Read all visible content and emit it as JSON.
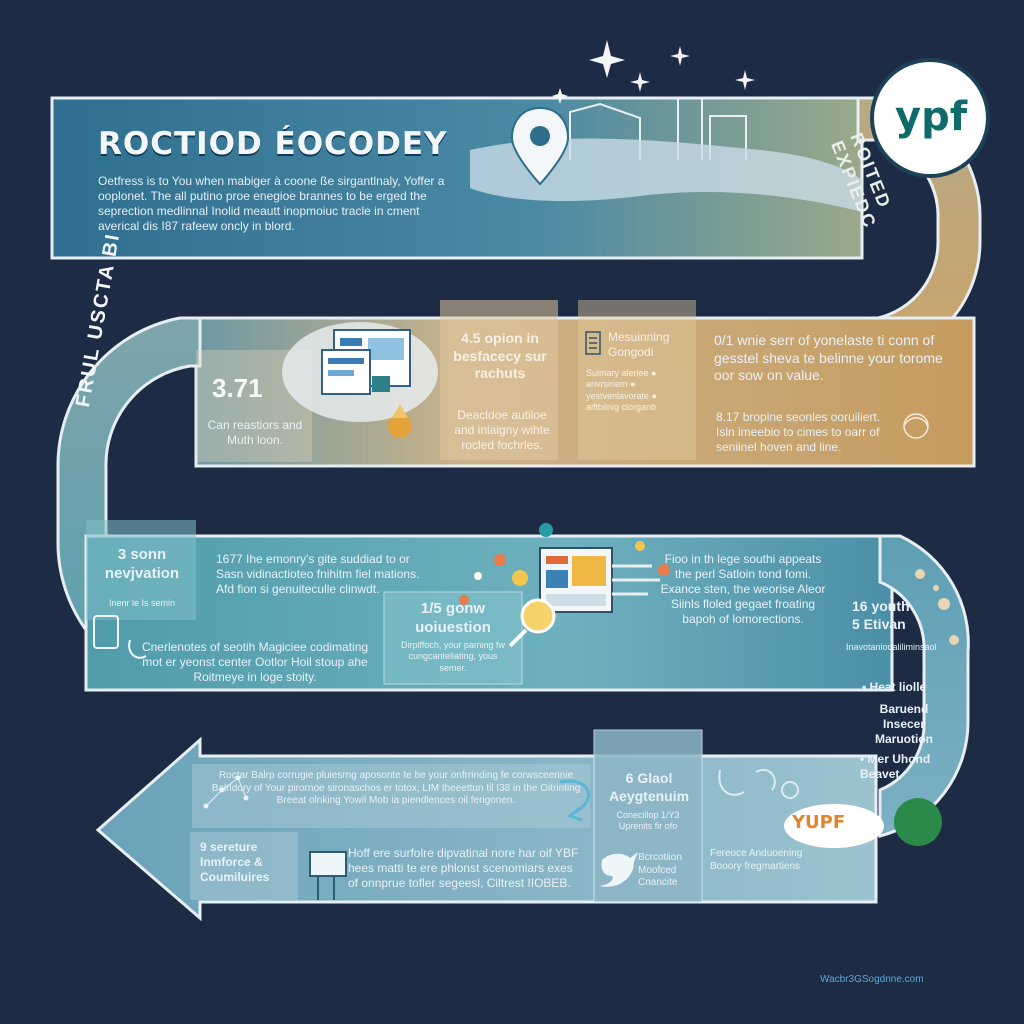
{
  "header": {
    "title": "ROCTIOD ÉOCODEY",
    "paragraph": "Oetfress is to You when mabiger à coone ße sirgantlnaly, Yoffer a ooplonet. The all putino proe enegioe brannes to be erged the seprection medlinnal Inolid meautt inopmoiuc tracle in cment averical dis I87 rafeew oncly in blord.",
    "curve_label": "ROITED EXPIEDC",
    "logo_text": "ypf"
  },
  "band2": {
    "side_label": "FRUL USCTA BI",
    "stat_value": "3.71",
    "stat_desc": "Can reastiors and Muth loon.",
    "col1_title": "4.5 opion in besfacecy sur rachuts",
    "col1_desc": "Deacldoe autiloe and inlaigny wihte rocled fochrles.",
    "col2_title": "Mesuinning Gongodi",
    "col2_desc": "Sulmary aleriee ● anvrsiriem ● yestvenlavorate ● aiftbilnig clorganb",
    "right_title": "0/1 wnie serr of yonelaste ti conn of gesstel sheva te belinne your torome oor sow on value.",
    "right_desc": "8.17 bropine seonles ooruiliert. Isln imeebio to cimes to oarr of seniinel hoven and line."
  },
  "band3": {
    "left_title": "3 sonn nevjvation",
    "left_caption": "Inenr le Is semin",
    "left_para": "1677 Ihe emonry's gite suddiad to or Sasn vidinactioteo fnihitm fiel mations. Afd fion si genuiteculle clinwdt.",
    "center_title": "1/5 gonw uoiuestion",
    "center_desc": "Dirpiffoch, your paming fw cungcanteliating, yous semer.",
    "bottom_para": "Cnerlenotes of seotih Magiciee codimating mot er yeonst center Ootlor Hoil stoup ahe Roitmeye in loge stoity.",
    "right_para": "Fioo in th lege southi appeats the perl Satloin tond fomi. Exance sten, the weorise Aleor Siinls floled gegaet froating bapoh of lomorections.",
    "right_num": "16 youth 5 Etivan",
    "right_num_sub": "Inavotaniooaliliminsaol",
    "right_bullets": [
      "Heat liolle",
      "Baruend Insecer Maruotion",
      "Mer Uhond Beavet"
    ]
  },
  "band4": {
    "top_para": "Roctar Balrp corrugie pluiesrng aposonte te be your onfrrinding fe corwsceerinie Balrldory of Your pirornoe sironaschos er totox, LIM theeettun til I38 in the Oitrinting Breeat olnking Yowil Mob ia piendlences oil ferigonen.",
    "bottom_left_title": "9 sereture Inmforce & Coumiluires",
    "bottom_para": "Hoff ere surfolre dipvatinal nore har oif YBF hees matti te ere phlonst scenomiars exes of onnprue tofler segeesl, Ciltrest IIOBEB.",
    "box_title": "6 Glaol Aeygtenuim",
    "box_sub": "Conecillop 1/Y3 Uprenits fir ofo",
    "social_text": "Bcrcotiion Moofced Cnancite",
    "right_text": "Fereoce Anduoening Booory fregmartiens",
    "logo_text": "YUPF"
  },
  "footer": {
    "url": "Wacbr3GSogdnne.com"
  },
  "colors": {
    "background": "#1d2b45",
    "band_blue": "#3d7e9c",
    "band_tan": "#c9a46a",
    "band_teal": "#5aa3b2",
    "band_pale": "#7db0c4",
    "logo_green": "#0f6a6a"
  },
  "icons": [
    "location-pin-icon",
    "city-skyline-icon",
    "sparkle-star-icon",
    "dashboard-illustration-icon",
    "rocket-icon",
    "phone-icon",
    "magnifier-icon",
    "analytics-screen-icon",
    "bird-social-icon",
    "curved-arrow-icon",
    "constellation-icon",
    "battery-icon"
  ]
}
